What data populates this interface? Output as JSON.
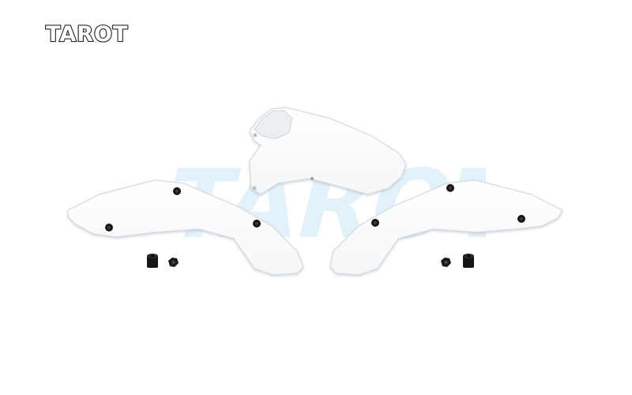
{
  "brand": {
    "logo_text": "TAROT",
    "watermark_text": "TAROT"
  },
  "colors": {
    "background": "#ffffff",
    "panel_fill": "#ffffff",
    "panel_outline": "#d9dde2",
    "watermark": "#e3f1fb",
    "hardware": "#151515"
  },
  "icons": {
    "panel_left": "side-panel-left",
    "panel_center": "top-canopy-panel",
    "panel_right": "side-panel-right",
    "hardware": [
      "spacer",
      "nut",
      "screw-head"
    ]
  }
}
